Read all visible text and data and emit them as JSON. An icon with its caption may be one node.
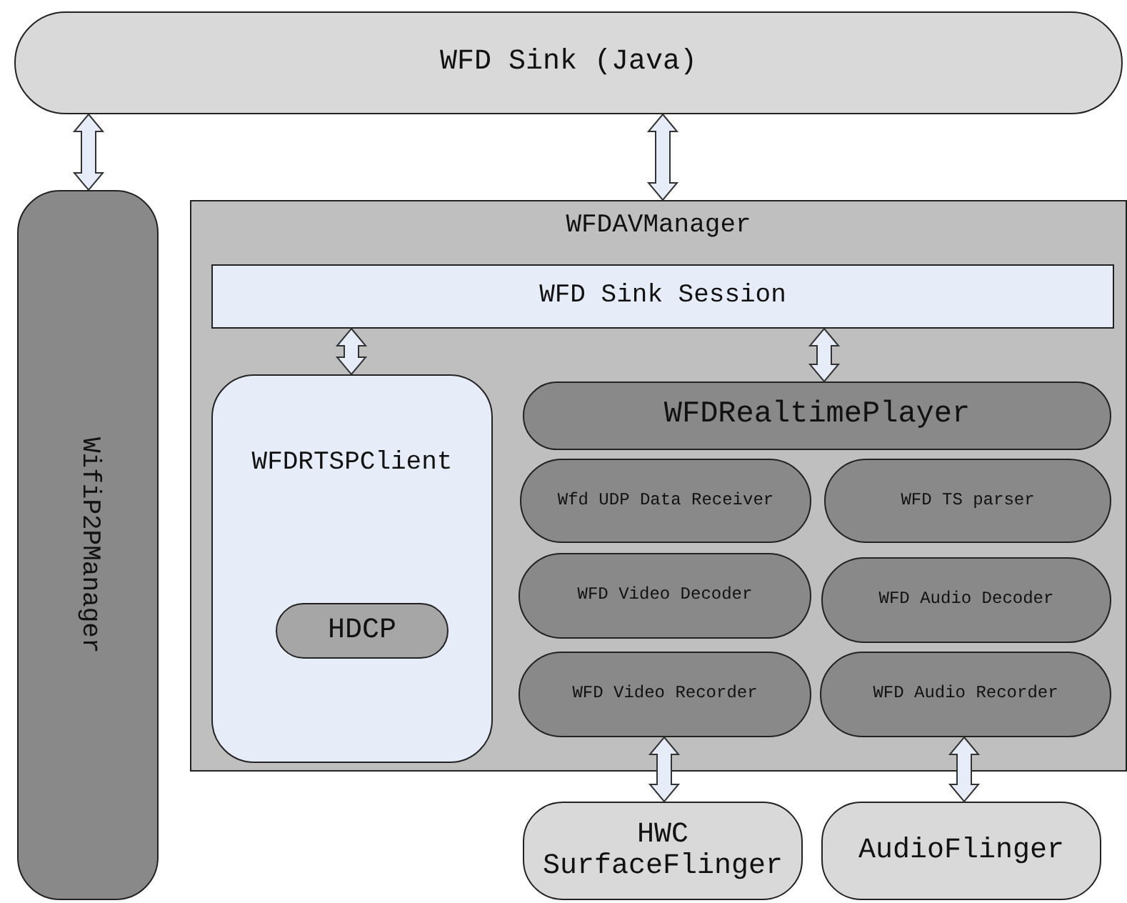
{
  "diagram": {
    "nodes": [
      {
        "text": [
          "WFD Sink (Java)"
        ]
      },
      {
        "text": [
          "WifiP2PManager"
        ]
      },
      {
        "text": [
          "WFDAVManager"
        ]
      },
      {
        "text": [
          "WFD Sink Session"
        ],
        "in": 2
      },
      {
        "text": [
          "WFDRTSPClient"
        ],
        "in": 2
      },
      {
        "text": [
          "HDCP"
        ],
        "in": 4
      },
      {
        "text": [
          "WFDRealtimePlayer"
        ],
        "in": 2
      },
      {
        "text": [
          "Wfd UDP Data Receiver"
        ],
        "in": 2
      },
      {
        "text": [
          "WFD TS parser"
        ],
        "in": 2
      },
      {
        "text": [
          "WFD Video Decoder"
        ],
        "in": 2
      },
      {
        "text": [
          "WFD Audio Decoder"
        ],
        "in": 2
      },
      {
        "text": [
          "WFD Video Recorder"
        ],
        "in": 2
      },
      {
        "text": [
          "WFD Audio Recorder"
        ],
        "in": 2
      },
      {
        "text": [
          "HWC SurfaceFlinger"
        ]
      },
      {
        "text": [
          "AudioFlinger"
        ]
      }
    ],
    "edges": [
      {
        "from": 0,
        "to": 1,
        "arrow": "both"
      },
      {
        "from": 0,
        "to": 2,
        "arrow": "both"
      },
      {
        "from": 3,
        "to": 4,
        "arrow": "both"
      },
      {
        "from": 3,
        "to": 6,
        "arrow": "both"
      },
      {
        "from": 11,
        "to": 13,
        "arrow": "both"
      },
      {
        "from": 12,
        "to": 14,
        "arrow": "both"
      }
    ]
  }
}
